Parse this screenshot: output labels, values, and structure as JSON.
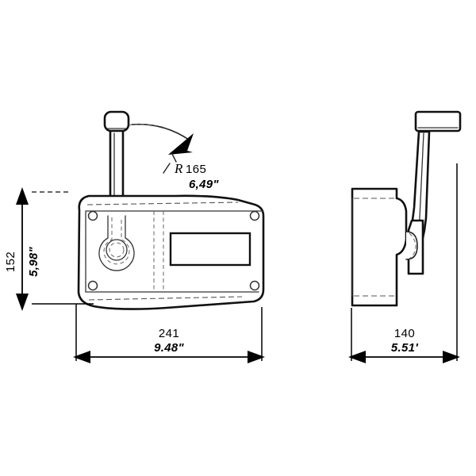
{
  "drawing": {
    "title": "Marine engine remote control box - dimensional drawing",
    "background_color": "#ffffff",
    "line_color": "#111111",
    "views": {
      "front": {
        "name": "front-view",
        "description": "Front elevation of control box with pivoting lever handle"
      },
      "side": {
        "name": "side-view",
        "description": "Side elevation of control box with lever handle tilted"
      }
    },
    "dimensions": {
      "height": {
        "name": "height-dimension",
        "metric": "152",
        "imperial": "5,98\"",
        "orientation": "vertical",
        "view": "front"
      },
      "width_front": {
        "name": "front-width-dimension",
        "metric": "241",
        "imperial": "9.48\"",
        "orientation": "horizontal",
        "view": "front"
      },
      "width_side": {
        "name": "side-width-dimension",
        "metric": "140",
        "imperial": "5.51'",
        "orientation": "horizontal",
        "view": "side"
      },
      "radius": {
        "name": "lever-swing-radius",
        "symbol": "R",
        "metric": "165",
        "imperial": "6,49\"",
        "view": "front"
      }
    }
  }
}
